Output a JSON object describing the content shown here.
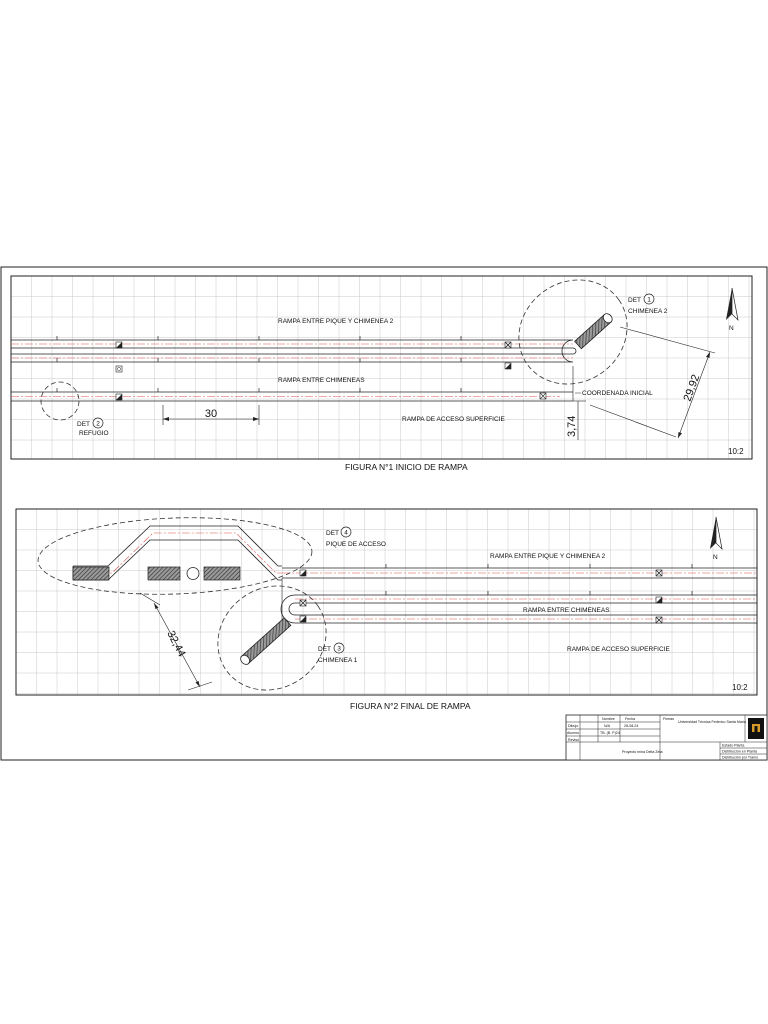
{
  "figure1": {
    "caption": "FIGURA N°1 INICIO DE RAMPA",
    "label_rampa_pique_chimenea2": "RAMPA ENTRE PIQUE Y CHIMENEA 2",
    "label_rampa_chimeneas": "RAMPA ENTRE CHIMENEAS",
    "label_rampa_acceso": "RAMPA DE ACCESO SUPERFICIE",
    "label_coordenada": "COORDENADA INICIAL",
    "det_prefix": "DET",
    "det1_number": "1",
    "det1_name": "CHIMENEA 2",
    "det2_number": "2",
    "det2_name": "REFUGIO",
    "dim_30": "30",
    "dim_3_74": "3,74",
    "dim_29_92": "29,92",
    "north": "N",
    "scale": "10:2"
  },
  "figure2": {
    "caption": "FIGURA N°2 FINAL DE RAMPA",
    "label_rampa_pique_chimenea2": "RAMPA ENTRE PIQUE Y CHIMENEA 2",
    "label_rampa_chimeneas": "RAMPA ENTRE CHIMENEAS",
    "label_rampa_acceso": "RAMPA DE ACCESO SUPERFICIE",
    "det_prefix": "DET",
    "det4_number": "4",
    "det4_name": "PIQUE DE ACCESO",
    "det3_number": "3",
    "det3_name": "CHIMENEA 1",
    "dim_32_44": "32,44",
    "north": "N",
    "scale": "10:2"
  },
  "title_block": {
    "h_nombre": "Nombre",
    "h_fecha": "Fecha",
    "h_firmas": "Firmas",
    "r_dibujo": "Dibujo",
    "v_dibujo_nombre": "N/A",
    "v_dibujo_fecha": "28-08-24",
    "r_alumno": "Alumno",
    "v_alumno": "TB. (B. P)24",
    "r_revisado": "Revisó",
    "project": "Proyecto mina Delta Zeta",
    "university": "Universidad Técnica Federico Santa María",
    "sheet_1": "Estado Planta",
    "sheet_2": "Distribución en Planta",
    "sheet_3": "Distribución por Tramo"
  },
  "colors": {
    "line": "#222222",
    "axis": "#d9534f",
    "grid": "#c8c8c8",
    "hatch": "#444444"
  }
}
